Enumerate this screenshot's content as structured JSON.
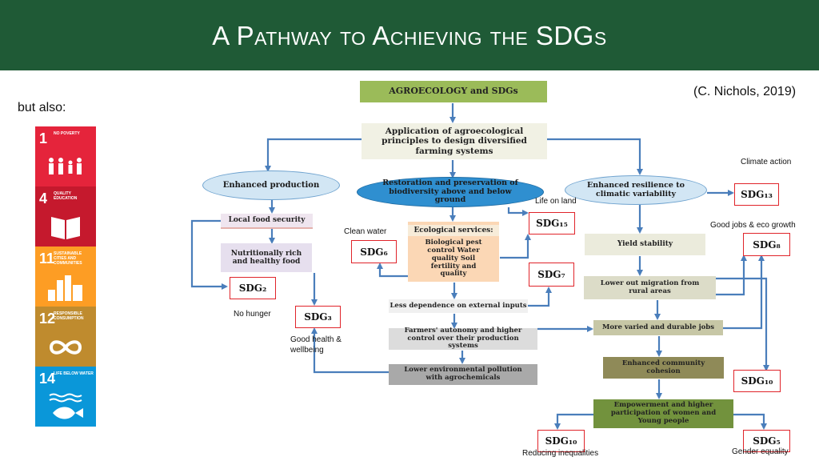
{
  "header": {
    "title": "A Pathway to Achieving the SDGs"
  },
  "citation": "(C. Nichols, 2019)",
  "but_also": "but also:",
  "sdg_tiles": [
    {
      "number": "1",
      "name": "NO POVERTY",
      "color": "#e5243b",
      "icon": "family-icon"
    },
    {
      "number": "4",
      "name": "QUALITY EDUCATION",
      "color": "#c5192d",
      "icon": "book-icon"
    },
    {
      "number": "11",
      "name": "SUSTAINABLE CITIES AND COMMUNITIES",
      "color": "#fd9d24",
      "icon": "city-icon"
    },
    {
      "number": "12",
      "name": "RESPONSIBLE CONSUMPTION",
      "color": "#bf8b2e",
      "icon": "infinity-icon"
    },
    {
      "number": "14",
      "name": "LIFE BELOW WATER",
      "color": "#0a97d9",
      "icon": "fish-icon"
    }
  ],
  "diagram": {
    "top_box": "AGROECOLOGY and SDGs",
    "application": "Application of agroecological principles to design diversified farming systems",
    "enhanced_production": "Enhanced production",
    "restoration": "Restoration and preservation of biodiversity above and below ground",
    "enhanced_resilience": "Enhanced resilience to climatic variability",
    "local_food_security": "Local food security",
    "nutritionally_rich": "Nutritionally rich and healthy food",
    "ecological_services_title": "Ecological services:",
    "ecological_services_body": "Biological pest control Water quality Soil fertility and quality",
    "less_dependence": "Less dependence on external inputs",
    "farmers_autonomy": "Farmers' autonomy and higher control over their production systems",
    "lower_pollution": "Lower environmental pollution with agrochemicals",
    "yield_stability": "Yield stability",
    "lower_migration": "Lower out migration from rural areas",
    "more_varied_jobs": "More varied and durable jobs",
    "community_cohesion": "Enhanced community cohesion",
    "empowerment": "Empowerment and higher participation of women and Young people"
  },
  "sdg_boxes": {
    "sdg2": "SDG₂",
    "sdg3": "SDG₃",
    "sdg6": "SDG₆",
    "sdg15": "SDG₁₅",
    "sdg7": "SDG₇",
    "sdg13": "SDG₁₃",
    "sdg8": "SDG₈",
    "sdg10_right": "SDG₁₀",
    "sdg10_bottom": "SDG₁₀",
    "sdg5": "SDG₅"
  },
  "annotations": {
    "no_hunger": "No hunger",
    "good_health": "Good health & wellbeing",
    "clean_water": "Clean water",
    "life_on_land": "Life on land",
    "climate_action": "Climate action",
    "good_jobs": "Good jobs & eco growth",
    "reducing_inequalities": "Reducing inequalities",
    "gender_equality": "Gender equality"
  },
  "colors": {
    "header_bg": "#1f5a36",
    "arrow": "#4a7ebb",
    "sdg_border": "#e0242a",
    "top_box": "#9bbb59",
    "ellipse": "#bcd9ef",
    "ellipse_dark": "#2f8fd0"
  }
}
